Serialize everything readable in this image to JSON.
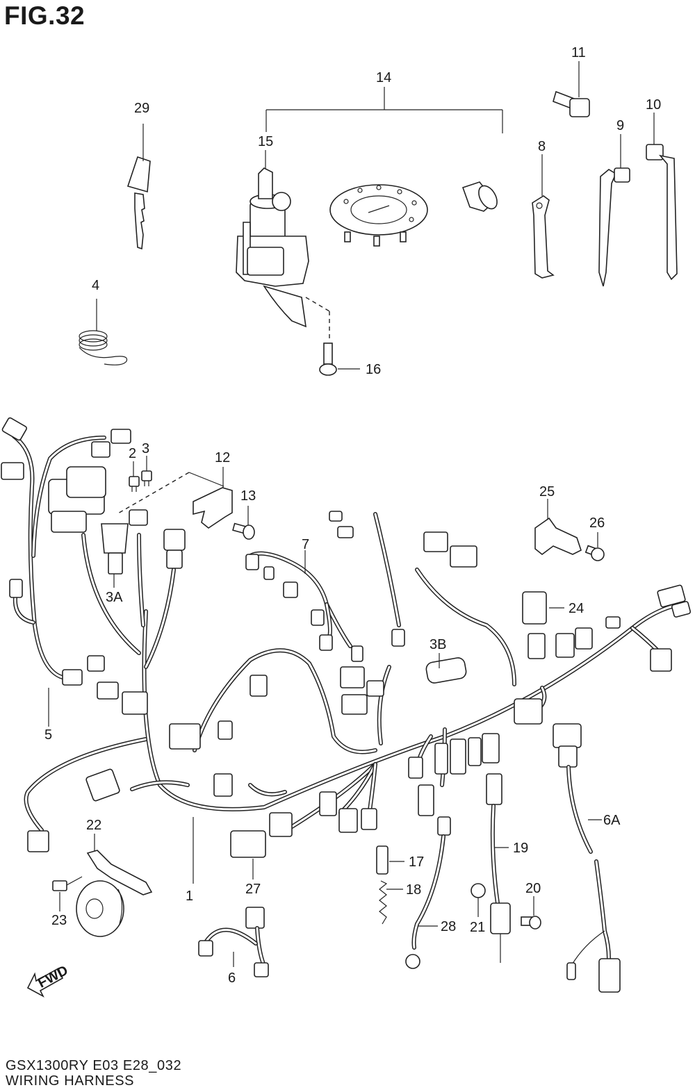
{
  "header": {
    "title": "FIG.32"
  },
  "footer": {
    "model_code": "GSX1300RY E03 E28_032",
    "section_name": "WIRING HARNESS"
  },
  "fwd_label": "FWD",
  "callouts": {
    "c1": "1",
    "c2": "2",
    "c3": "3",
    "c3a": "3A",
    "c3b": "3B",
    "c4": "4",
    "c5": "5",
    "c6": "6",
    "c6a": "6A",
    "c7": "7",
    "c8": "8",
    "c9": "9",
    "c10": "10",
    "c11": "11",
    "c12": "12",
    "c13": "13",
    "c14": "14",
    "c15": "15",
    "c16": "16",
    "c17": "17",
    "c18": "18",
    "c19": "19",
    "c20": "20",
    "c21": "21",
    "c22": "22",
    "c23": "23",
    "c24": "24",
    "c25": "25",
    "c26": "26",
    "c27": "27",
    "c28": "28",
    "c29": "29"
  }
}
